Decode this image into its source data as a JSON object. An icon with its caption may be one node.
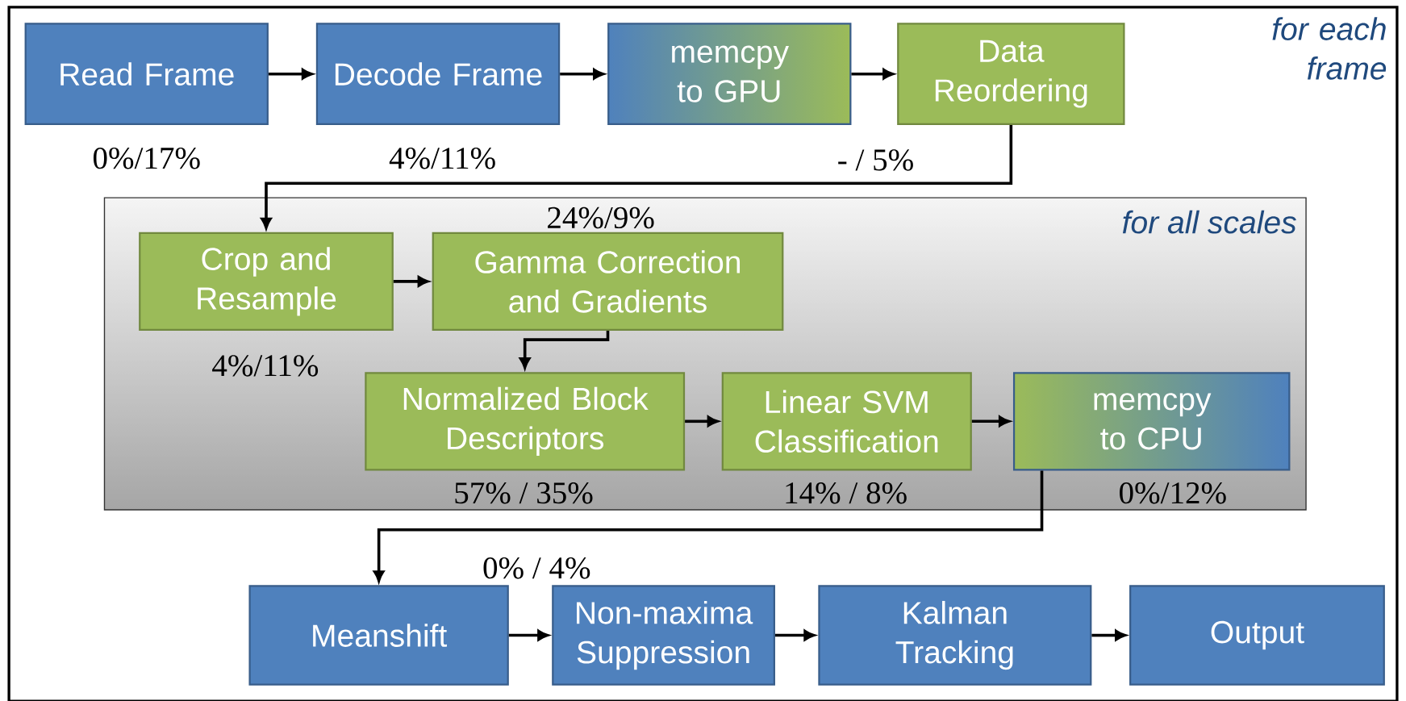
{
  "diagram": {
    "nodes": [
      {
        "text": [
          "for each frame"
        ]
      },
      {
        "text": [
          "Read Frame"
        ],
        "in": 0,
        "beside": [
          "0%/17%"
        ]
      },
      {
        "text": [
          "Decode Frame"
        ],
        "in": 0,
        "beside": [
          "4%/11%"
        ]
      },
      {
        "text": [
          "memcpy to GPU"
        ],
        "in": 0
      },
      {
        "text": [
          "Data Reordering"
        ],
        "in": 0,
        "beside": [
          "- /  5%"
        ]
      },
      {
        "text": [
          "for all scales"
        ],
        "in": 0
      },
      {
        "text": [
          "Crop and Resample"
        ],
        "in": 5,
        "beside": [
          "4%/11%"
        ]
      },
      {
        "text": [
          "Gamma Correction and Gradients"
        ],
        "in": 5,
        "beside": [
          "24%/9%"
        ]
      },
      {
        "text": [
          "Normalized Block Descriptors"
        ],
        "in": 5,
        "beside": [
          "57% / 35%"
        ]
      },
      {
        "text": [
          "Linear SVM Classification"
        ],
        "in": 5,
        "beside": [
          "14% / 8%"
        ]
      },
      {
        "text": [
          "memcpy to CPU"
        ],
        "in": 5,
        "beside": [
          "0%/12%"
        ]
      },
      {
        "text": [
          "Meanshift"
        ],
        "in": 0,
        "beside": [
          "0% / 4%"
        ]
      },
      {
        "text": [
          "Non-maxima Suppression"
        ],
        "in": 0
      },
      {
        "text": [
          "Kalman Tracking"
        ],
        "in": 0
      },
      {
        "text": [
          "Output"
        ],
        "in": 0
      }
    ],
    "edges": [
      {
        "from": 1,
        "to": 2,
        "arrow": "to"
      },
      {
        "from": 2,
        "to": 3,
        "arrow": "to"
      },
      {
        "from": 3,
        "to": 4,
        "arrow": "to"
      },
      {
        "from": 4,
        "to": 6,
        "arrow": "to"
      },
      {
        "from": 6,
        "to": 7,
        "arrow": "to"
      },
      {
        "from": 7,
        "to": 8,
        "arrow": "to"
      },
      {
        "from": 8,
        "to": 9,
        "arrow": "to"
      },
      {
        "from": 9,
        "to": 10,
        "arrow": "to"
      },
      {
        "from": 10,
        "to": 11,
        "arrow": "to"
      },
      {
        "from": 11,
        "to": 12,
        "arrow": "to"
      },
      {
        "from": 12,
        "to": 13,
        "arrow": "to"
      },
      {
        "from": 13,
        "to": 14,
        "arrow": "to"
      }
    ]
  }
}
